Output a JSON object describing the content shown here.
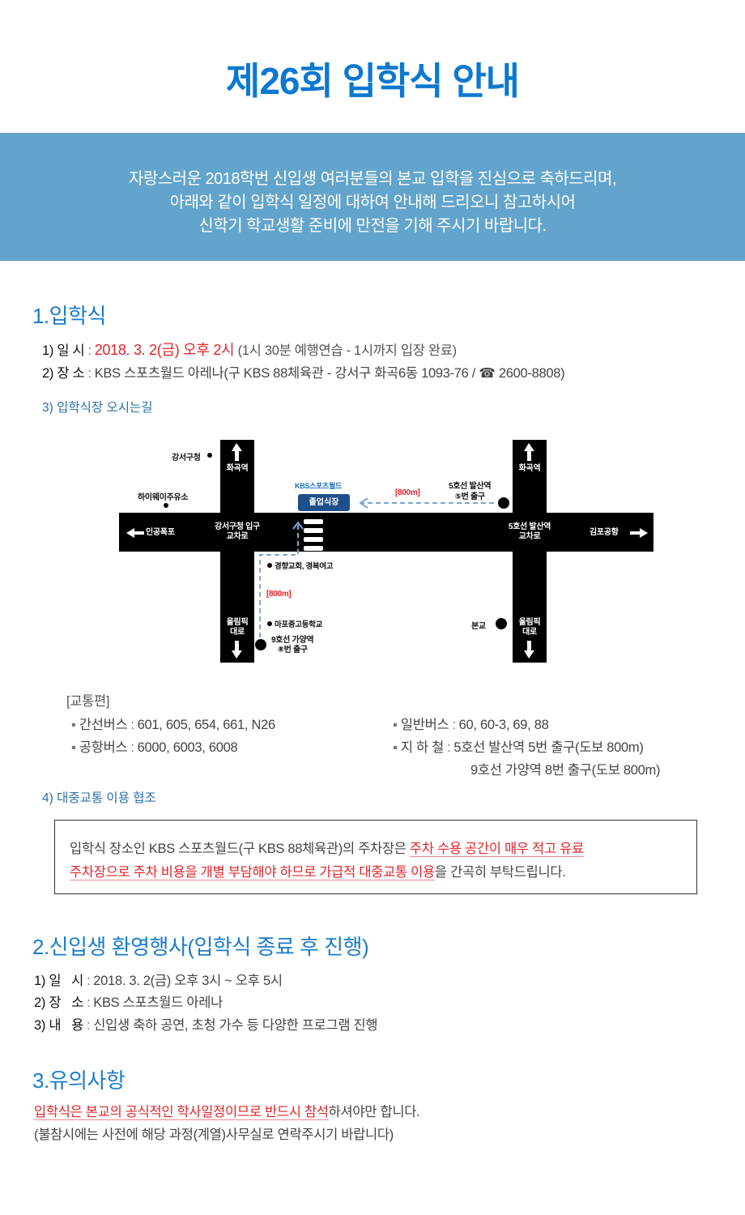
{
  "header": {
    "title": "제26회 입학식 안내"
  },
  "banner": {
    "lines": [
      "자랑스러운 2018학번 신입생 여러분들의 본교 입학을 진심으로 축하드리며,",
      "아래와 같이 입학식 일정에 대하여 안내해 드리오니 참고하시어",
      "신학기 학교생활 준비에 만전을 기해 주시기 바랍니다."
    ]
  },
  "section1": {
    "heading": "1.입학식",
    "date": {
      "label": "1) 일 시",
      "colon": ":",
      "value_red": "2018. 3. 2(금) 오후 2시",
      "value_note": "(1시 30분 예행연습 - 1시까지 입장 완료)"
    },
    "place": {
      "label": "2) 장 소",
      "colon": ":",
      "value": "KBS 스포츠월드 아레나(구 KBS 88체육관 - 강서구 화곡6동 1093-76 / ☎ 2600-8808)"
    },
    "directions_heading": "3) 입학식장 오시는길",
    "map": {
      "venue_brand": "KBS스포츠월드",
      "venue_box": "졸업식장",
      "north_left": "화곡역",
      "north_right": "화곡역",
      "south_left": [
        "올림픽",
        "대로"
      ],
      "south_right": [
        "올림픽",
        "대로"
      ],
      "west": "인공폭포",
      "east": "김포공항",
      "left_intersection": [
        "강서구청 입구",
        "교차로"
      ],
      "right_intersection": [
        "5호선 발산역",
        "교차로"
      ],
      "landmark_gangseo": "강서구청",
      "landmark_highway": "하이웨이주유소",
      "landmark_church": "경향교회, 경복여고",
      "landmark_school": "마포중고등학교",
      "landmark_main_campus": "본교",
      "station_5": [
        "5호선 발산역",
        "⑤번 출구"
      ],
      "station_9": [
        "9호선 가양역",
        "⑧번 출구"
      ],
      "distance_top": "[800m]",
      "distance_left": "[800m]"
    },
    "transport": {
      "heading": "[교통편]",
      "trunk_bus": {
        "label": "간선버스",
        "value": "601, 605, 654, 661, N26"
      },
      "airport_bus": {
        "label": "공항버스",
        "value": "6000, 6003, 6008"
      },
      "regular_bus": {
        "label": "일반버스",
        "value": "60, 60-3, 69, 88"
      },
      "subway": {
        "label": "지 하 철",
        "value1": "5호선 발산역 5번 출구(도보 800m)",
        "value2": "9호선 가양역 8번 출구(도보 800m)"
      }
    },
    "public_transit_heading": "4) 대중교통 이용 협조",
    "notice": {
      "line1_plain": "입학식 장소인 KBS 스포츠월드(구 KBS 88체육관)의 주차장은 ",
      "line1_red": "주차 수용 공간이 매우 적고 유료",
      "line2_red": "주차장으로 주차 비용을 개별 부담해야 하므로 가급적 대중교통 이용",
      "line2_plain": "을 간곡히 부탁드립니다."
    }
  },
  "section2": {
    "heading": "2.신입생 환영행사(입학식 종료 후 진행)",
    "items": [
      {
        "label": "1) 일   시",
        "value": "2018. 3. 2(금) 오후 3시 ~ 오후 5시"
      },
      {
        "label": "2) 장   소",
        "value": "KBS 스포츠월드 아레나"
      },
      {
        "label": "3) 내   용",
        "value": "신입생 축하 공연, 초청 가수 등 다양한 프로그램 진행"
      }
    ]
  },
  "section3": {
    "heading": "3.유의사항",
    "line1_red": "입학식은 본교의 공식적인 학사일정이므로 반드시 참석",
    "line1_plain": "하셔야만 합니다.",
    "line2": "(불참시에는 사전에 해당 과정(계열)사무실로 연락주시기 바랍니다)"
  },
  "colors": {
    "title": "#0b78d1",
    "banner": "#62a4cb",
    "heading": "#1a7ccc",
    "accent_red": "#e52329",
    "venue_box": "#1f4f8a",
    "route_dash": "#7fa6d2"
  }
}
